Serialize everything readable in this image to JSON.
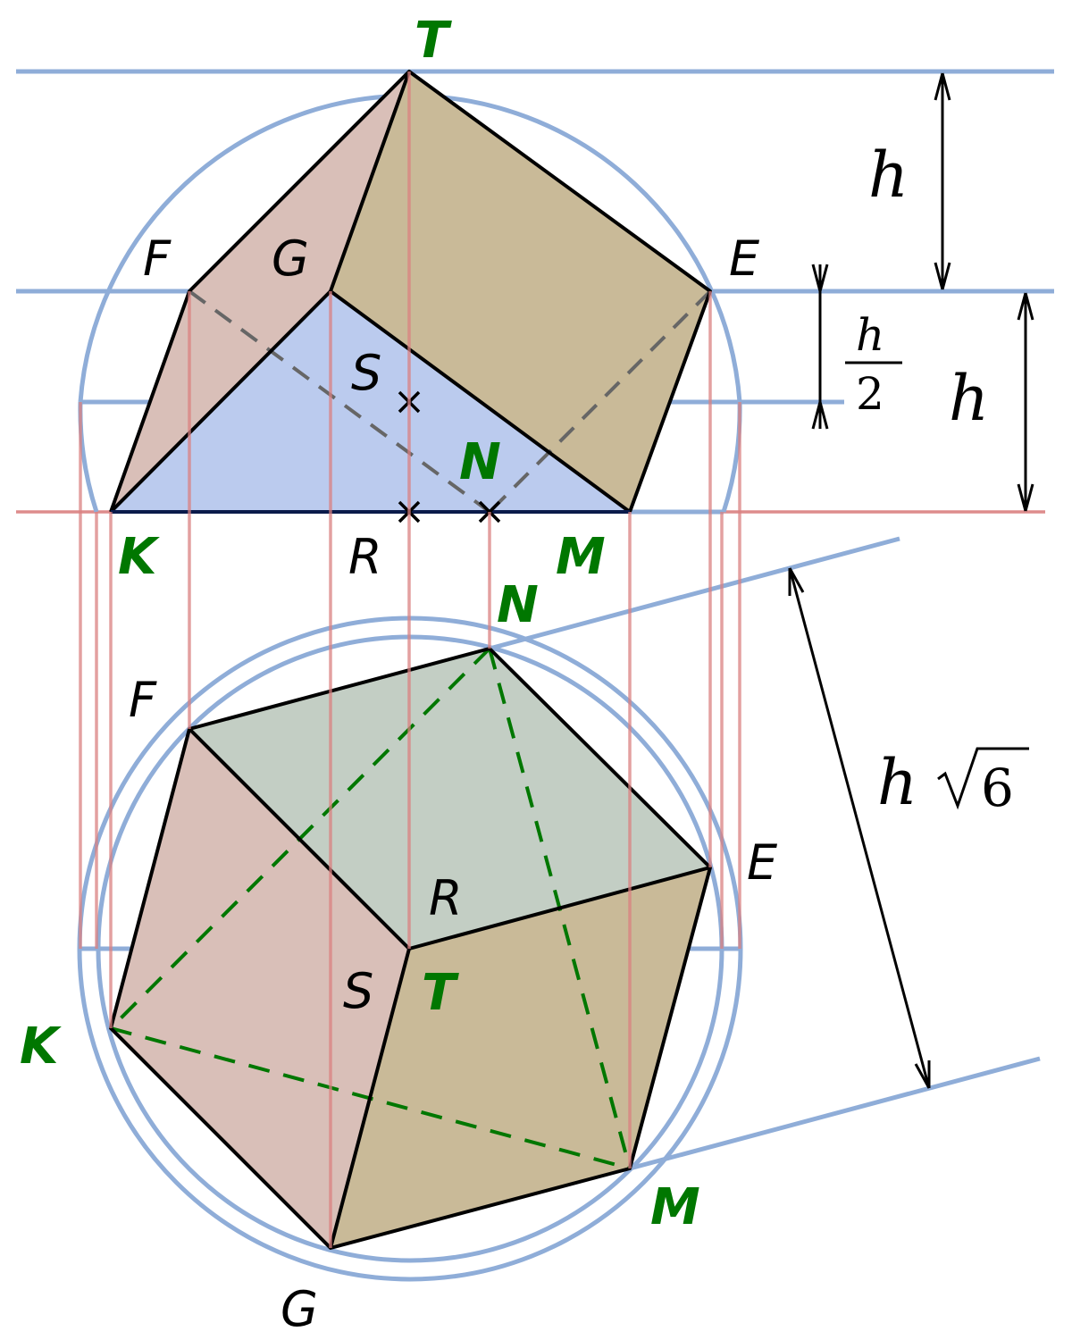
{
  "top_view_labels": {
    "T": "T",
    "F": "F",
    "G": "G",
    "E": "E",
    "S": "S",
    "N": "N",
    "K": "K",
    "R": "R",
    "M": "M"
  },
  "bottom_view_labels": {
    "N": "N",
    "F": "F",
    "E": "E",
    "R": "R",
    "S": "S",
    "T": "T",
    "K": "K",
    "M": "M",
    "G": "G"
  },
  "dimensions": {
    "h_top": "h",
    "h_half_num": "h",
    "h_half_den": "2",
    "h_right": "h",
    "h_sqrt_var": "h",
    "h_sqrt_num": "6"
  },
  "colors": {
    "guide_blue": "#8fadd8",
    "projection_red": "#d98080",
    "face_pink": "#d9bfb8",
    "face_tan": "#c9ba98",
    "face_blue": "#bbcbee",
    "face_green": "#c3cec4",
    "label_green": "#007700"
  }
}
